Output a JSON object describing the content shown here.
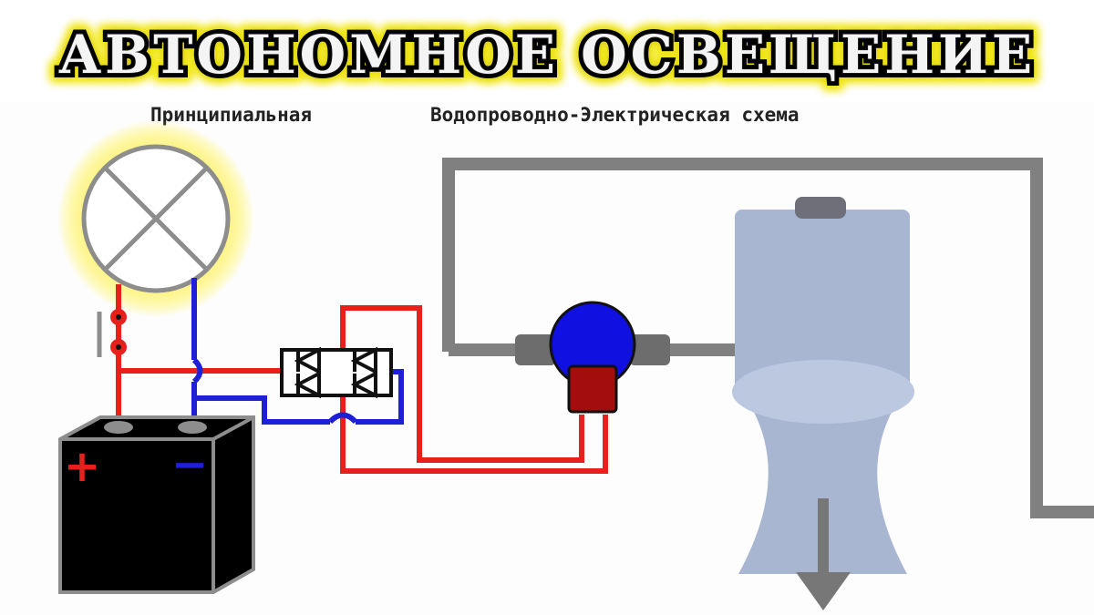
{
  "title": "АВТОНОМНОЕ ОСВЕЩЕНИЕ",
  "subtitle_left": "Принципиальная",
  "subtitle_right": "Водопроводно-Электрическая схема",
  "battery": {
    "plus_sign": "+",
    "minus_sign": "−"
  },
  "colors": {
    "positive_wire": "#e8201b",
    "negative_wire": "#1f1fd8",
    "pipe": "#808080",
    "toilet": "#a9b6d2",
    "generator_body": "#1010e0",
    "generator_base": "#a30d0d",
    "title_glow": "#f2e600",
    "battery": "#000000"
  },
  "icons": [
    "lamp-icon",
    "switch-icon",
    "diode-bridge-icon",
    "battery-icon",
    "water-generator-icon",
    "toilet-icon",
    "drain-arrow-icon"
  ]
}
